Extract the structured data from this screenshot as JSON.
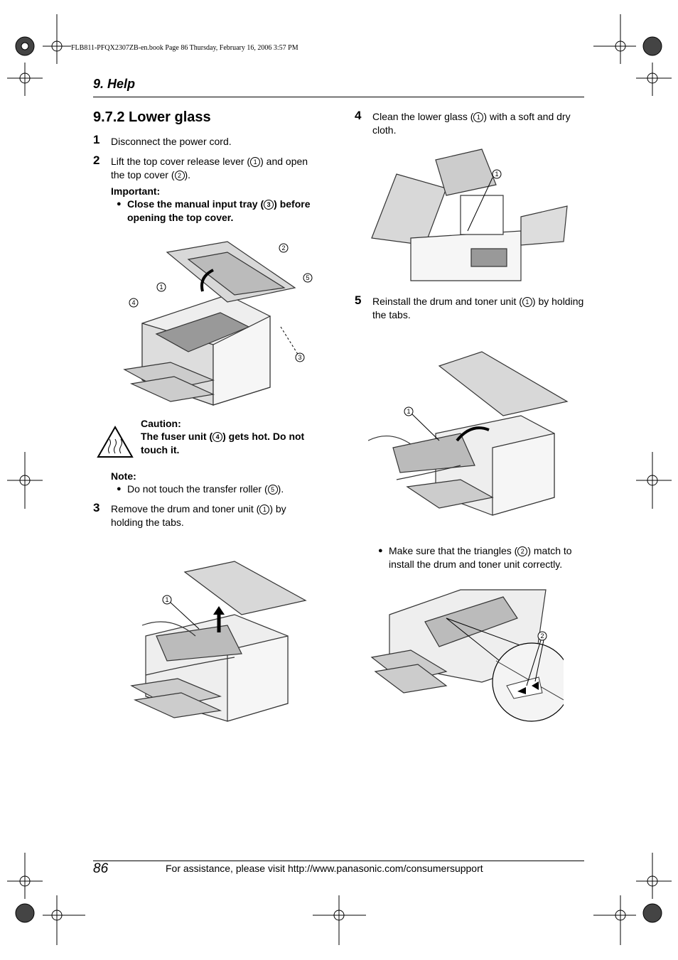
{
  "print_line": "FLB811-PFQX2307ZB-en.book  Page 86  Thursday, February 16, 2006  3:57 PM",
  "header": {
    "chapter": "9. Help"
  },
  "section": {
    "title": "9.7.2 Lower glass"
  },
  "steps": {
    "s1": {
      "num": "1",
      "text": "Disconnect the power cord."
    },
    "s2": {
      "num": "2",
      "pre": "Lift the top cover release lever (",
      "c1": "1",
      "mid": ") and open the top cover (",
      "c2": "2",
      "post": ")."
    },
    "important": {
      "label": "Important:",
      "pre": "Close the manual input tray (",
      "c": "3",
      "post": ") before opening the top cover."
    },
    "caution": {
      "label": "Caution:",
      "pre": "The fuser unit (",
      "c": "4",
      "post": ") gets hot. Do not touch it."
    },
    "note": {
      "label": "Note:",
      "pre": "Do not touch the transfer roller (",
      "c": "5",
      "post": ")."
    },
    "s3": {
      "num": "3",
      "pre": "Remove the drum and toner unit (",
      "c": "1",
      "post": ") by holding the tabs."
    },
    "s4": {
      "num": "4",
      "pre": "Clean the lower glass (",
      "c": "1",
      "post": ") with a soft and dry cloth."
    },
    "s5": {
      "num": "5",
      "pre": "Reinstall the drum and toner unit (",
      "c": "1",
      "post": ") by holding the tabs."
    },
    "tri": {
      "pre": "Make sure that the triangles (",
      "c": "2",
      "post": ") match to install the drum and toner unit correctly."
    }
  },
  "figure_callouts": {
    "fig1": [
      "1",
      "2",
      "3",
      "4",
      "5"
    ],
    "fig2": [
      "1"
    ],
    "fig3": [
      "1"
    ],
    "fig4": [
      "1"
    ],
    "fig5": [
      "2"
    ]
  },
  "footer": {
    "page_number": "86",
    "assistance": "For assistance, please visit http://www.panasonic.com/consumersupport"
  }
}
